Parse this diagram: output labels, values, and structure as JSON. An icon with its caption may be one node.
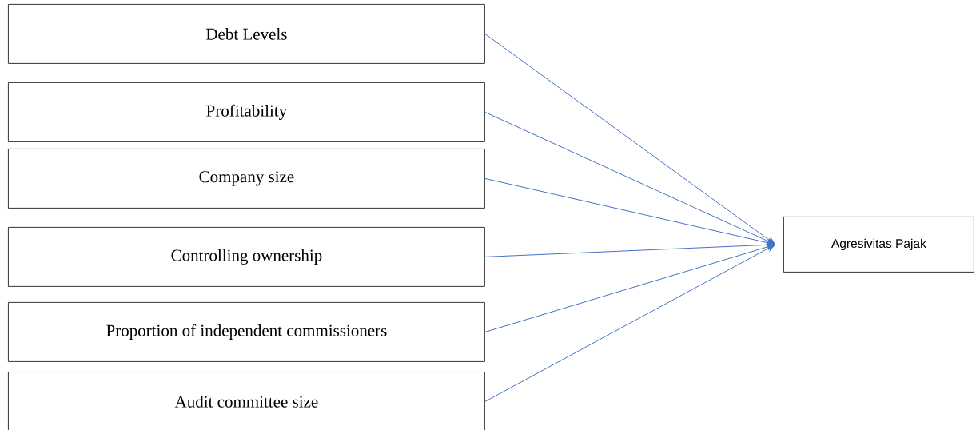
{
  "diagram": {
    "nodes": [
      {
        "text": [
          "Debt Levels"
        ]
      },
      {
        "text": [
          "Profitability"
        ]
      },
      {
        "text": [
          "Company size"
        ]
      },
      {
        "text": [
          "Controlling ownership"
        ]
      },
      {
        "text": [
          "Proportion of independent commissioners"
        ]
      },
      {
        "text": [
          "Audit committee size"
        ]
      },
      {
        "text": [
          "Agresivitas Pajak"
        ]
      }
    ],
    "edges": [
      {
        "from": 0,
        "to": 6,
        "arrow": "to"
      },
      {
        "from": 1,
        "to": 6,
        "arrow": "to"
      },
      {
        "from": 2,
        "to": 6,
        "arrow": "to"
      },
      {
        "from": 3,
        "to": 6,
        "arrow": "to"
      },
      {
        "from": 4,
        "to": 6,
        "arrow": "to"
      },
      {
        "from": 5,
        "to": 6,
        "arrow": "to"
      }
    ]
  }
}
